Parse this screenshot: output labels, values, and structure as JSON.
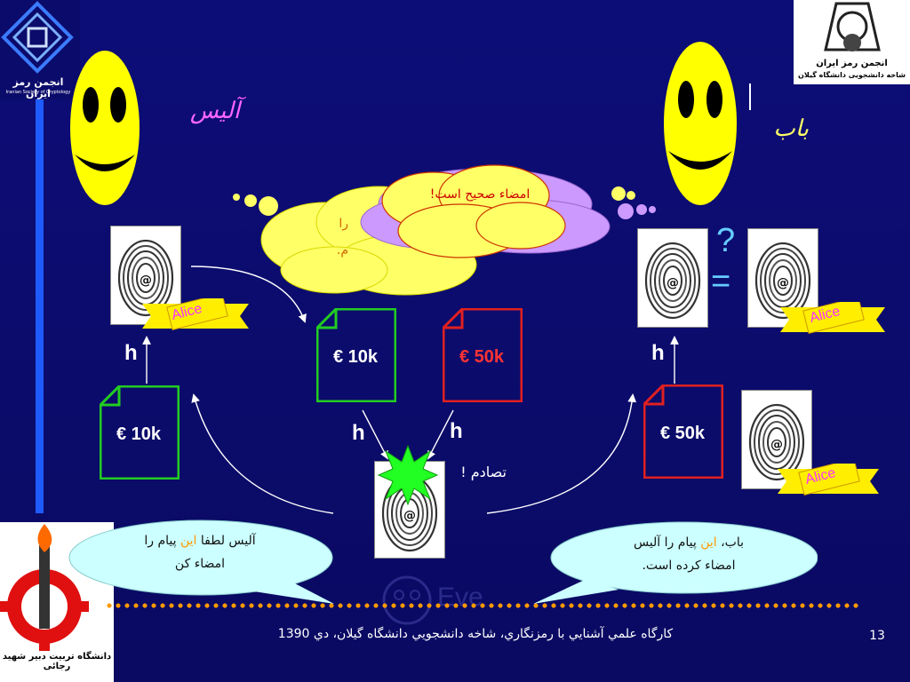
{
  "alice": {
    "name": "آلیس",
    "color": "#ff66ff"
  },
  "bob": {
    "name": "باب",
    "color": "#ffff66"
  },
  "docs": {
    "alice_doc": "€ 10k",
    "mid_green": "€ 10k",
    "mid_red": "€ 50k",
    "bob_doc": "€ 50k"
  },
  "tag_label": "Alice",
  "hash_symbol": "h",
  "compare": {
    "q": "?",
    "eq": "="
  },
  "collision": "تصادم !",
  "thought_top": "امضاء صحیح است!",
  "thought_hidden_a": "را",
  "thought_hidden_b": "م.",
  "bubble_left": {
    "pre": "آلیس لطفا",
    "hl": "این",
    "post": "پیام را",
    "line2": "امضاء کن"
  },
  "bubble_right": {
    "pre": "باب،",
    "hl": "این",
    "post": "پیام را آلیس",
    "line2": "امضاء کرده است."
  },
  "eve": "Eve",
  "logo_tl_text": "انجمن رمز ایران",
  "logo_tl_sub": "Iranian Society of Cryptology",
  "logo_tr_line1": "انجمن رمز ایران",
  "logo_tr_line2": "شاخه دانشجویی دانشگاه گیلان",
  "logo_bl_text": "دانشگاه تربیت دبیر شهید رجائی",
  "footer": {
    "text": "کارگاه علمي آشنايي با رمزنگاري، شاخه دانشجويي دانشگاه گيلان، دي 1390",
    "page": "13"
  },
  "colors": {
    "green": "#22cc22",
    "red": "#e02020",
    "yellow": "#ffff00",
    "cyan": "#ccffff",
    "thought": "#ffff66",
    "lilac": "#cc99ff"
  }
}
